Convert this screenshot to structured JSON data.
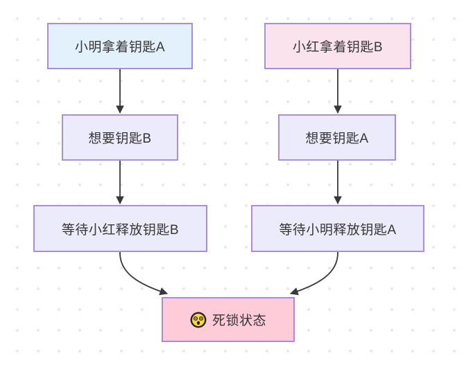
{
  "diagram": {
    "type": "flowchart",
    "topic": "deadlock",
    "nodes": [
      {
        "id": "xiaoming-holds-keyA",
        "label": "小明拿着钥匙A",
        "fill": "#e3f1fc"
      },
      {
        "id": "xiaohong-holds-keyB",
        "label": "小红拿着钥匙B",
        "fill": "#fbe3ee"
      },
      {
        "id": "want-keyB",
        "label": "想要钥匙B",
        "fill": "#ebebfb"
      },
      {
        "id": "want-keyA",
        "label": "想要钥匙A",
        "fill": "#ebebfb"
      },
      {
        "id": "wait-xiaohong-release-keyB",
        "label": "等待小红释放钥匙B",
        "fill": "#ebebfb"
      },
      {
        "id": "wait-xiaoming-release-keyA",
        "label": "等待小明释放钥匙A",
        "fill": "#ebebfb"
      },
      {
        "id": "deadlock-state",
        "label": "死锁状态",
        "emoji": "😵‍💫",
        "fill": "#fdccd8"
      }
    ],
    "edges": [
      {
        "from": "xiaoming-holds-keyA",
        "to": "want-keyB"
      },
      {
        "from": "xiaohong-holds-keyB",
        "to": "want-keyA"
      },
      {
        "from": "want-keyB",
        "to": "wait-xiaohong-release-keyB"
      },
      {
        "from": "want-keyA",
        "to": "wait-xiaoming-release-keyA"
      },
      {
        "from": "wait-xiaohong-release-keyB",
        "to": "deadlock-state"
      },
      {
        "from": "wait-xiaoming-release-keyA",
        "to": "deadlock-state"
      }
    ],
    "colors": {
      "node_border": "#a98ce3",
      "deadlock_border": "#b087e0",
      "arrow": "#37373d",
      "text": "#363636",
      "background_dot": "#e9e9e9"
    }
  }
}
